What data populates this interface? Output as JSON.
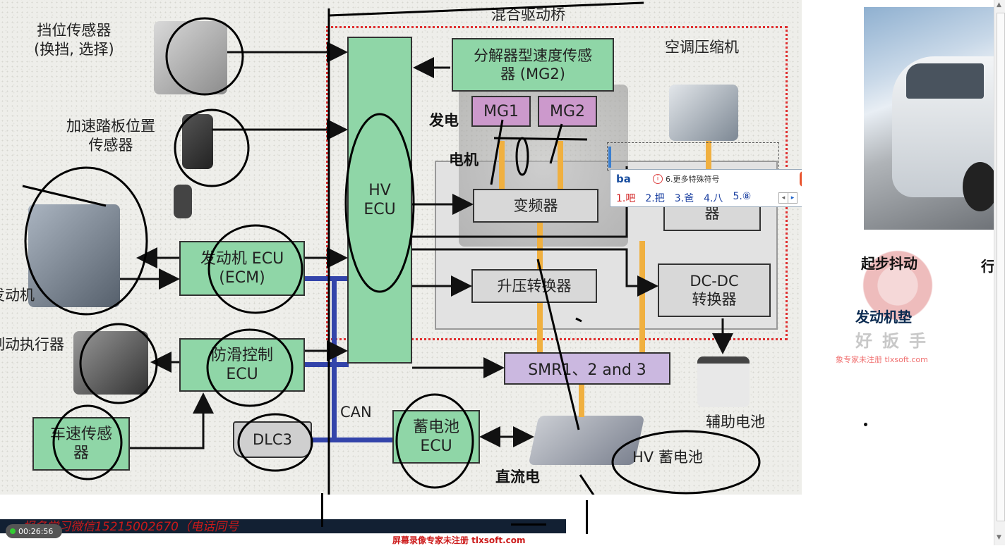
{
  "diagram": {
    "title_top": "混合驱动桥",
    "shift_sensor": [
      "挡位传感器",
      "(换挡, 选择)"
    ],
    "accel_sensor": [
      "加速踏板位置",
      "传感器"
    ],
    "engine_label": "发动机",
    "brake_actuator_label": "制动执行器",
    "resolver": [
      "分解器型速度传感",
      "器 (MG2)"
    ],
    "mg1": "MG1",
    "mg2": "MG2",
    "ac_compressor": "空调压缩机",
    "hv_ecu": [
      "HV",
      "ECU"
    ],
    "inverter": "变频器",
    "ac_inverter_partial": "器",
    "boost_converter": "升压转换器",
    "dcdc": [
      "DC-DC",
      "转换器"
    ],
    "engine_ecu": [
      "发动机 ECU",
      "(ECM)"
    ],
    "skid_ecu": [
      "防滑控制",
      "ECU"
    ],
    "speed_sensor": [
      "车速传感",
      "器"
    ],
    "dlc3": "DLC3",
    "can": "CAN",
    "battery_ecu": [
      "蓄电池",
      "ECU"
    ],
    "smr": "SMR1、2 and 3",
    "aux_battery": "辅助电池",
    "hv_battery": "HV 蓄电池"
  },
  "annotations": {
    "generate": "发电",
    "motor": "电机",
    "dc": "直流电"
  },
  "ime": {
    "input": "ba",
    "hint": "6.更多特殊符号",
    "candidates": [
      "1.吧",
      "2.把",
      "3.爸",
      "4.八",
      "5.⑧"
    ]
  },
  "right_panel": {
    "text1": "起步抖动",
    "text2": "行",
    "text3": "发动机垫",
    "logo_text": "好扳手",
    "watermark": "象专家未注册 tlxsoft.com"
  },
  "bottom": {
    "timer": "00:26:56",
    "marquee": "报名学习微信15215002670（电话同号",
    "watermark": "屏幕录像专家未注册 tlxsoft.com"
  },
  "colors": {
    "green_box": "#8fd6a7",
    "magenta_box": "#cc99cc",
    "can_blue": "#3344aa",
    "red_dash": "#e03030",
    "orange_line": "#f0b040"
  }
}
